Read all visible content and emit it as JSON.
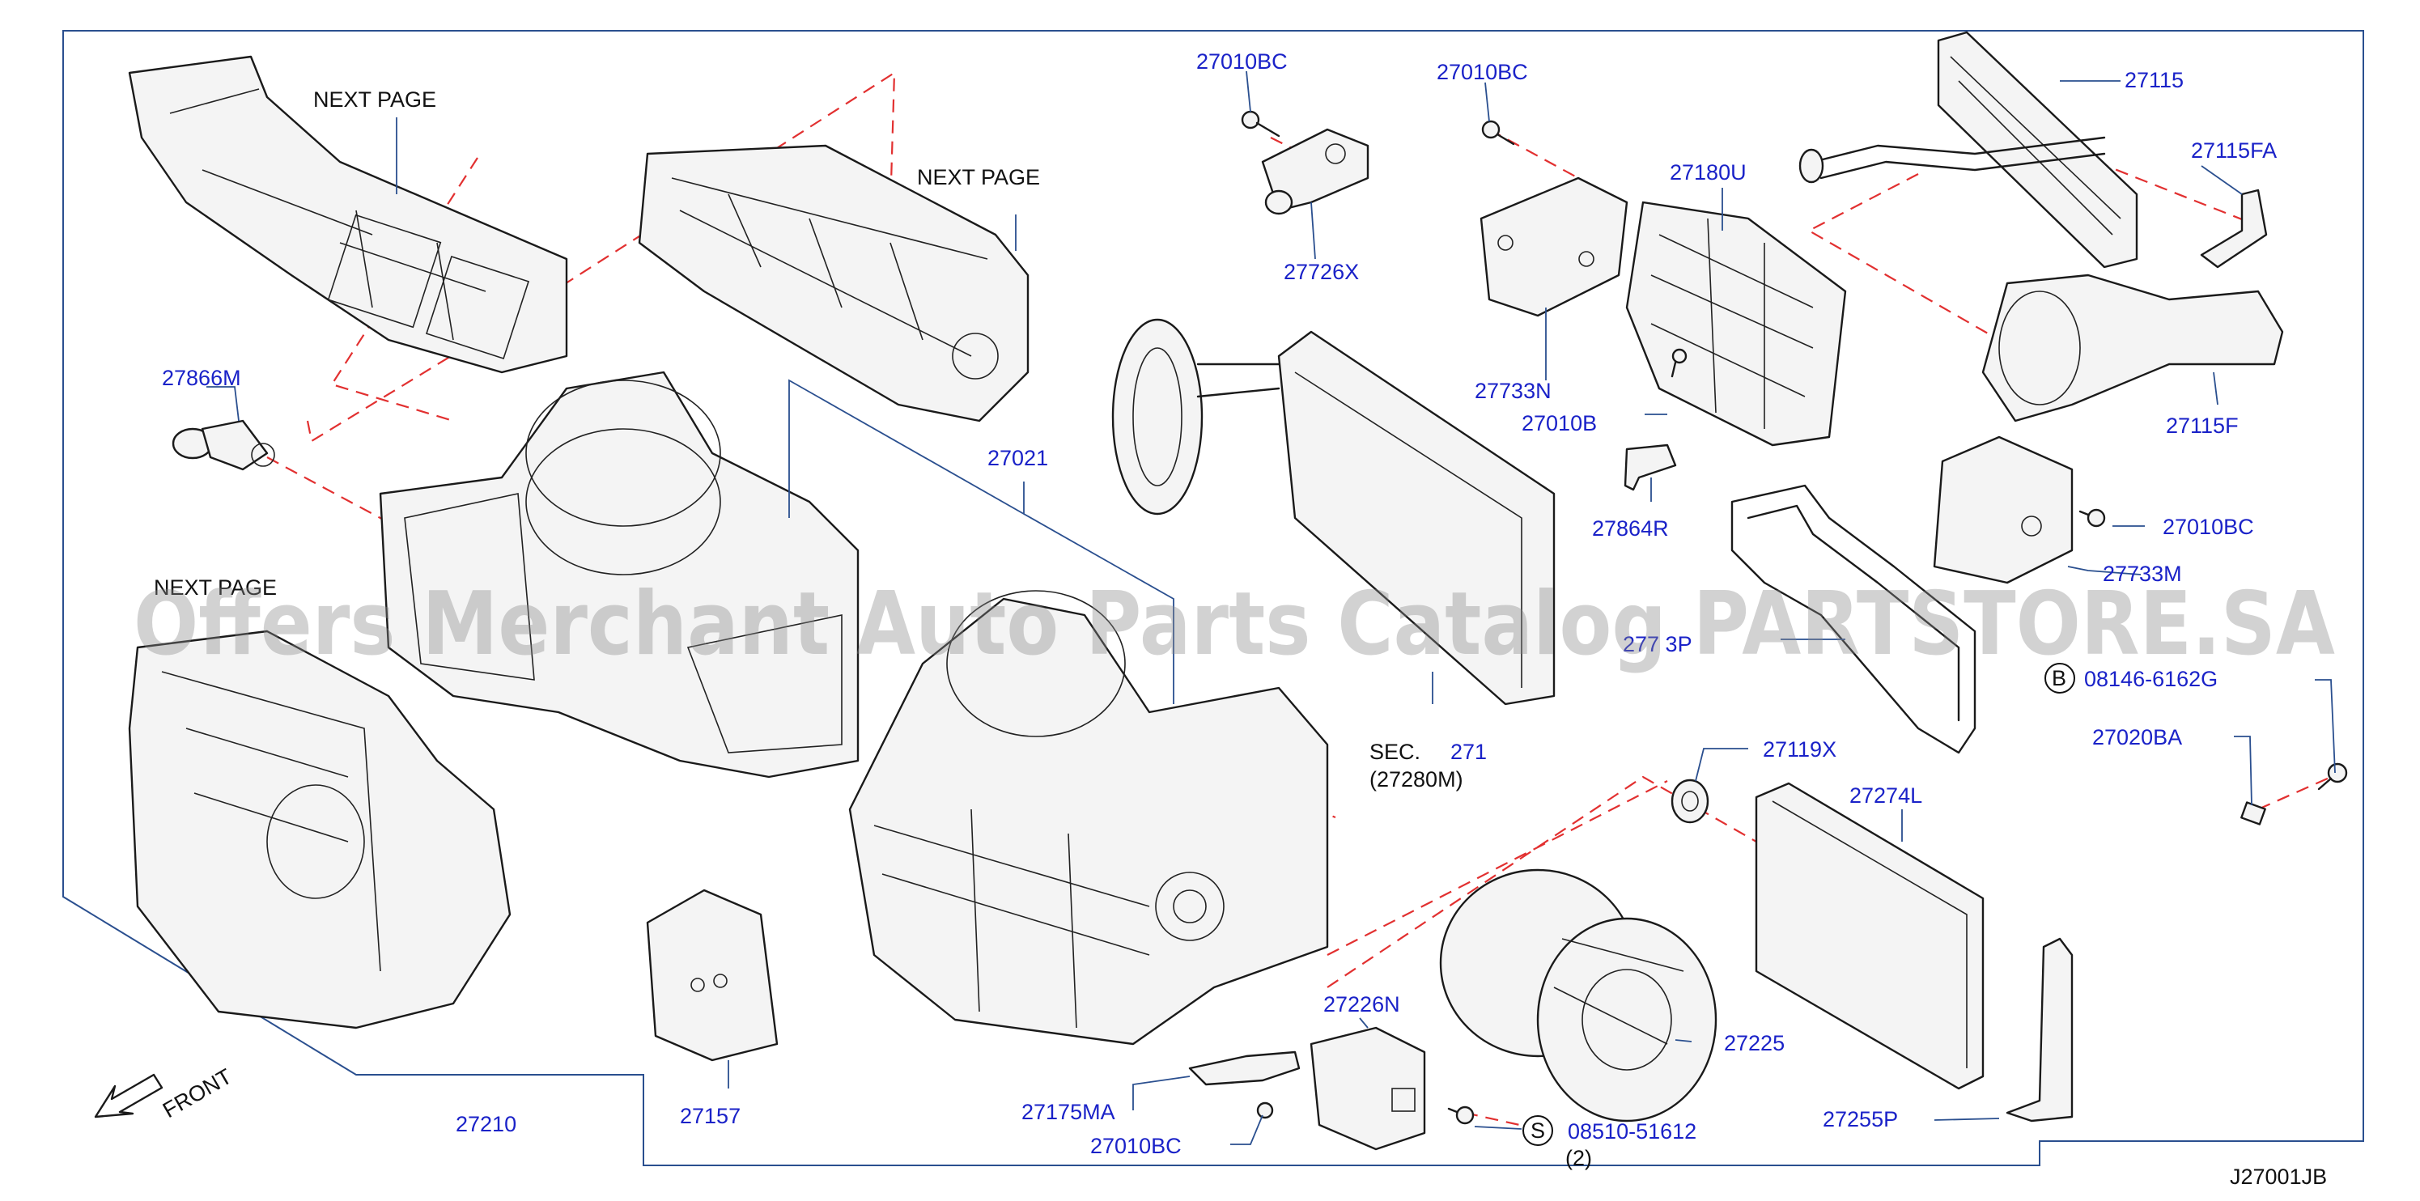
{
  "labels": {
    "next_page_1": "NEXT PAGE",
    "next_page_2": "NEXT PAGE",
    "next_page_3": "NEXT PAGE",
    "p27010BC_a": "27010BC",
    "p27010BC_b": "27010BC",
    "p27010BC_c": "27010BC",
    "p27010BC_d": "27010BC",
    "p27115": "27115",
    "p27115FA": "27115FA",
    "p27115F": "27115F",
    "p27180U": "27180U",
    "p27726X": "27726X",
    "p27866M": "27866M",
    "p27733N": "27733N",
    "p27733M": "27733M",
    "p27010B": "27010B",
    "p27864R": "27864R",
    "p27021": "27021",
    "p277_3P": "277 3P",
    "p08146": "08146-6162G",
    "p08146_prefix": "B",
    "p27020BA": "27020BA",
    "sec_label": "SEC.",
    "sec_num": "271",
    "sec_sub": "(27280M)",
    "p27119X": "27119X",
    "p27274L": "27274L",
    "p27225": "27225",
    "p27226N": "27226N",
    "p27157": "27157",
    "p27175MA": "27175MA",
    "p08510": "08510-51612",
    "p08510_prefix": "S",
    "p08510_qty": "(2)",
    "p27255P": "27255P",
    "p27210": "27210",
    "front": "FRONT",
    "diagram_code": "J27001JB"
  },
  "watermark": "Offers Merchant Auto Parts Catalog PARTSTORE.SA",
  "colors": {
    "part_number": "#1a22c8",
    "leader_line": "#2a4f8f",
    "dashed_line": "#e23030",
    "line_art": "#1a1a1a"
  }
}
